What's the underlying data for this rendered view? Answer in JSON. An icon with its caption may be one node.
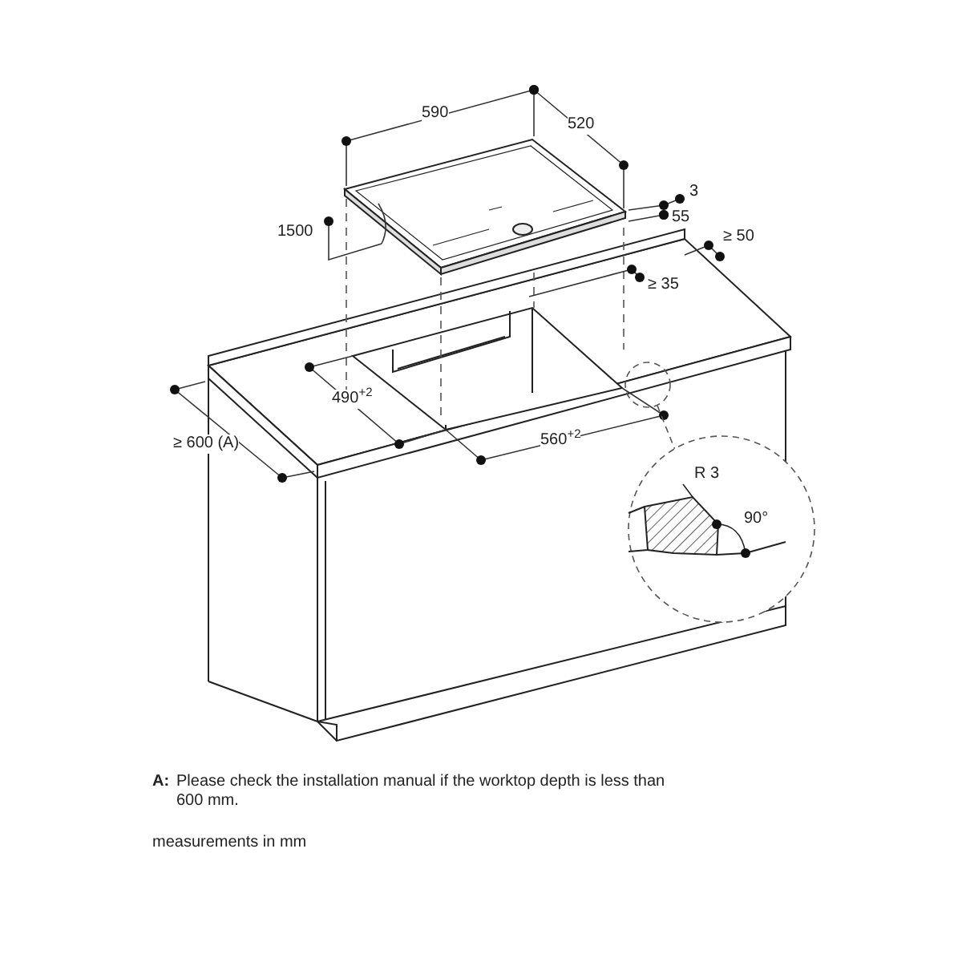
{
  "diagram": {
    "labels": [
      "590",
      "520",
      "3",
      "55",
      "1500",
      "≥ 50",
      "≥ 35",
      "490$^{+2}$",
      "560$^{+2}$",
      "≥ 600 (A)",
      "R 3",
      "90°",
      "A:",
      "Please check the installation manual if the worktop depth is less than 600 mm.",
      "measurements in mm"
    ]
  }
}
